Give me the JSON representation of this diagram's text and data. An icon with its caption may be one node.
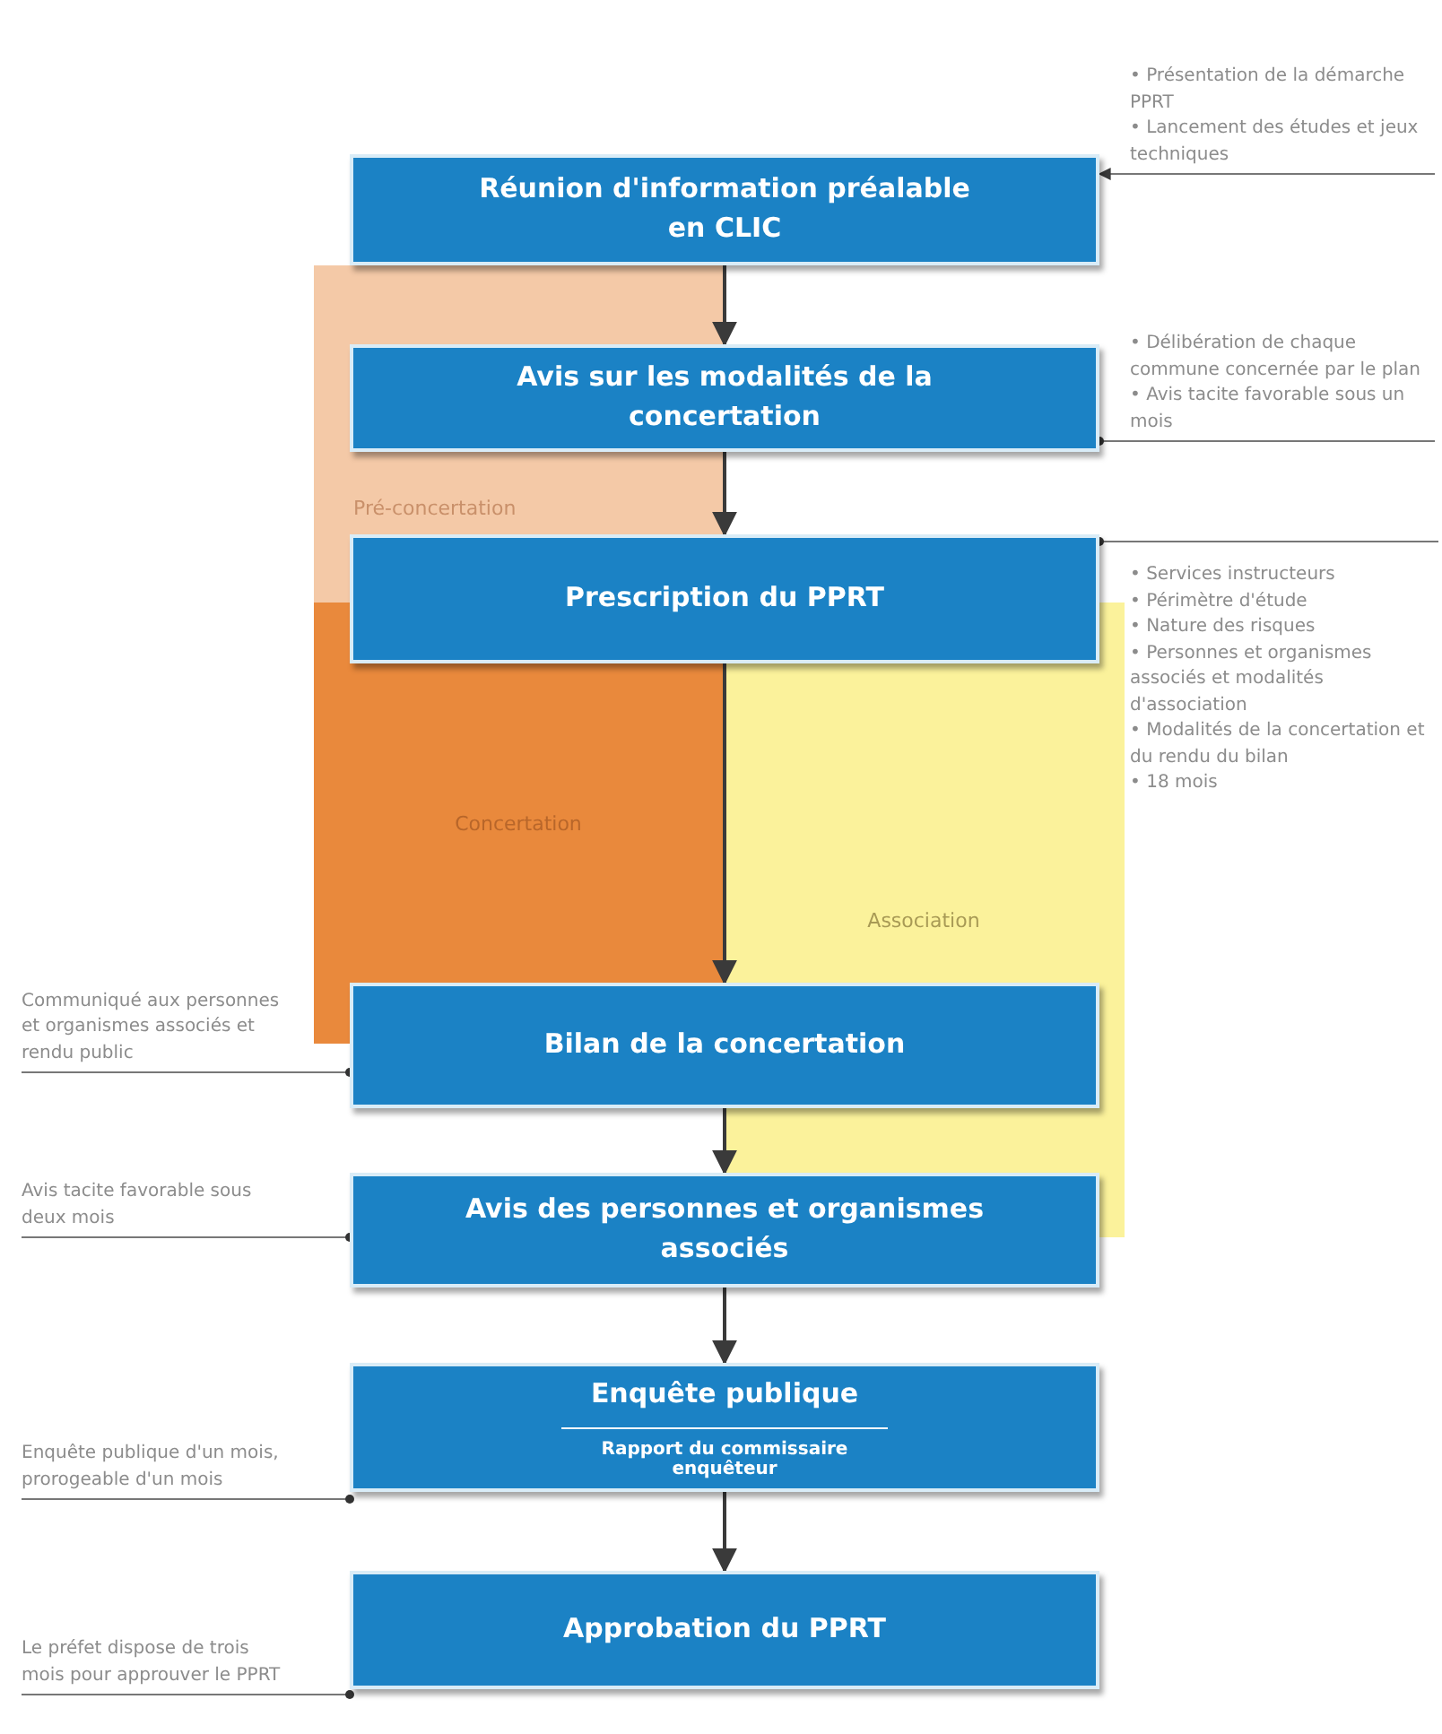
{
  "diagram": {
    "nodes": [
      {
        "text": [
          "• Présentation de la démarche PPRT",
          "• Lancement des études et jeux techniques"
        ]
      },
      {
        "text": [
          "Réunion d'information préalable en CLIC"
        ]
      },
      {
        "text": [
          "• Délibération de chaque commune concernée par le plan",
          "• Avis tacite favorable sous un mois"
        ]
      },
      {
        "text": [
          "Avis sur les modalités de la concertation"
        ]
      },
      {
        "text": [
          "Pré-concertation"
        ]
      },
      {
        "text": [
          "Prescription du PPRT"
        ]
      },
      {
        "text": [
          "• Services instructeurs",
          "• Périmètre d'étude",
          "• Nature des risques",
          "• Personnes et organismes associés et modalités d'association",
          "• Modalités de la concertation et du rendu du bilan",
          "• 18 mois"
        ]
      },
      {
        "text": [
          "Concertation"
        ]
      },
      {
        "text": [
          "Association"
        ]
      },
      {
        "text": [
          "Communiqué aux personnes et organismes associés et rendu public"
        ]
      },
      {
        "text": [
          "Bilan de la concertation"
        ]
      },
      {
        "text": [
          "Avis tacite favorable sous deux mois"
        ]
      },
      {
        "text": [
          "Avis des personnes et organismes associés"
        ]
      },
      {
        "text": [
          "Enquête publique d'un mois, prorogeable d'un mois"
        ]
      },
      {
        "text": [
          "Enquête publique",
          "Rapport du commissaire enquêteur"
        ]
      },
      {
        "text": [
          "Le préfet dispose de trois mois pour approuver le PPRT"
        ]
      },
      {
        "text": [
          "Approbation du PPRT"
        ]
      }
    ],
    "edges": [
      {
        "from": 1,
        "to": 3,
        "arrow": "to"
      },
      {
        "from": 3,
        "to": 5,
        "arrow": "to"
      },
      {
        "from": 5,
        "to": 10,
        "arrow": "to"
      },
      {
        "from": 10,
        "to": 12,
        "arrow": "to"
      },
      {
        "from": 12,
        "to": 14,
        "arrow": "to"
      },
      {
        "from": 14,
        "to": 16,
        "arrow": "to"
      },
      {
        "from": 0,
        "to": 1,
        "arrow": "to"
      },
      {
        "from": 2,
        "to": 3,
        "arrow": "other"
      },
      {
        "from": 6,
        "to": 5,
        "arrow": "other"
      },
      {
        "from": 9,
        "to": 10,
        "arrow": "other"
      },
      {
        "from": 11,
        "to": 12,
        "arrow": "other"
      },
      {
        "from": 13,
        "to": 14,
        "arrow": "other"
      },
      {
        "from": 15,
        "to": 16,
        "arrow": "other"
      }
    ]
  }
}
